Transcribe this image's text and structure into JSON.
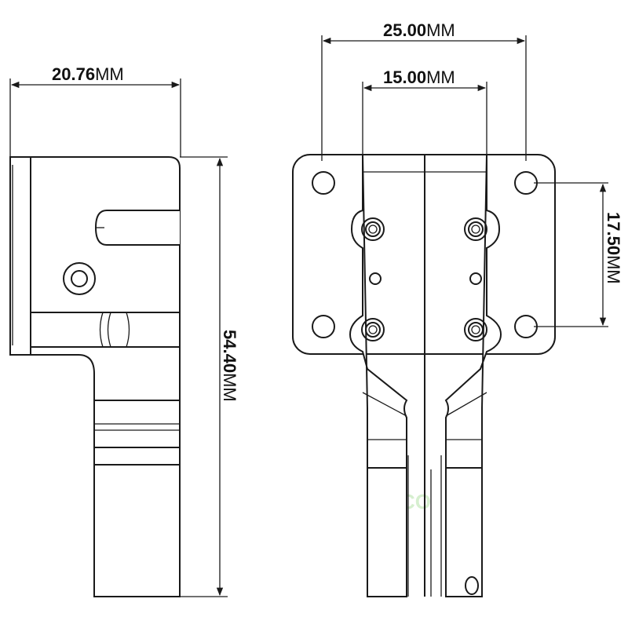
{
  "dimensions": {
    "side_width": {
      "value": "20.76",
      "unit": "MM"
    },
    "side_height": {
      "value": "54.40",
      "unit": "MM"
    },
    "hole_spacing_outer": {
      "value": "25.00",
      "unit": "MM"
    },
    "hole_spacing_inner": {
      "value": "15.00",
      "unit": "MM"
    },
    "hole_spacing_vertical": {
      "value": "17.50",
      "unit": "MM"
    }
  },
  "watermark": "CO",
  "colors": {
    "line": "#1a1a1a",
    "watermark": "#b6e2a8"
  }
}
